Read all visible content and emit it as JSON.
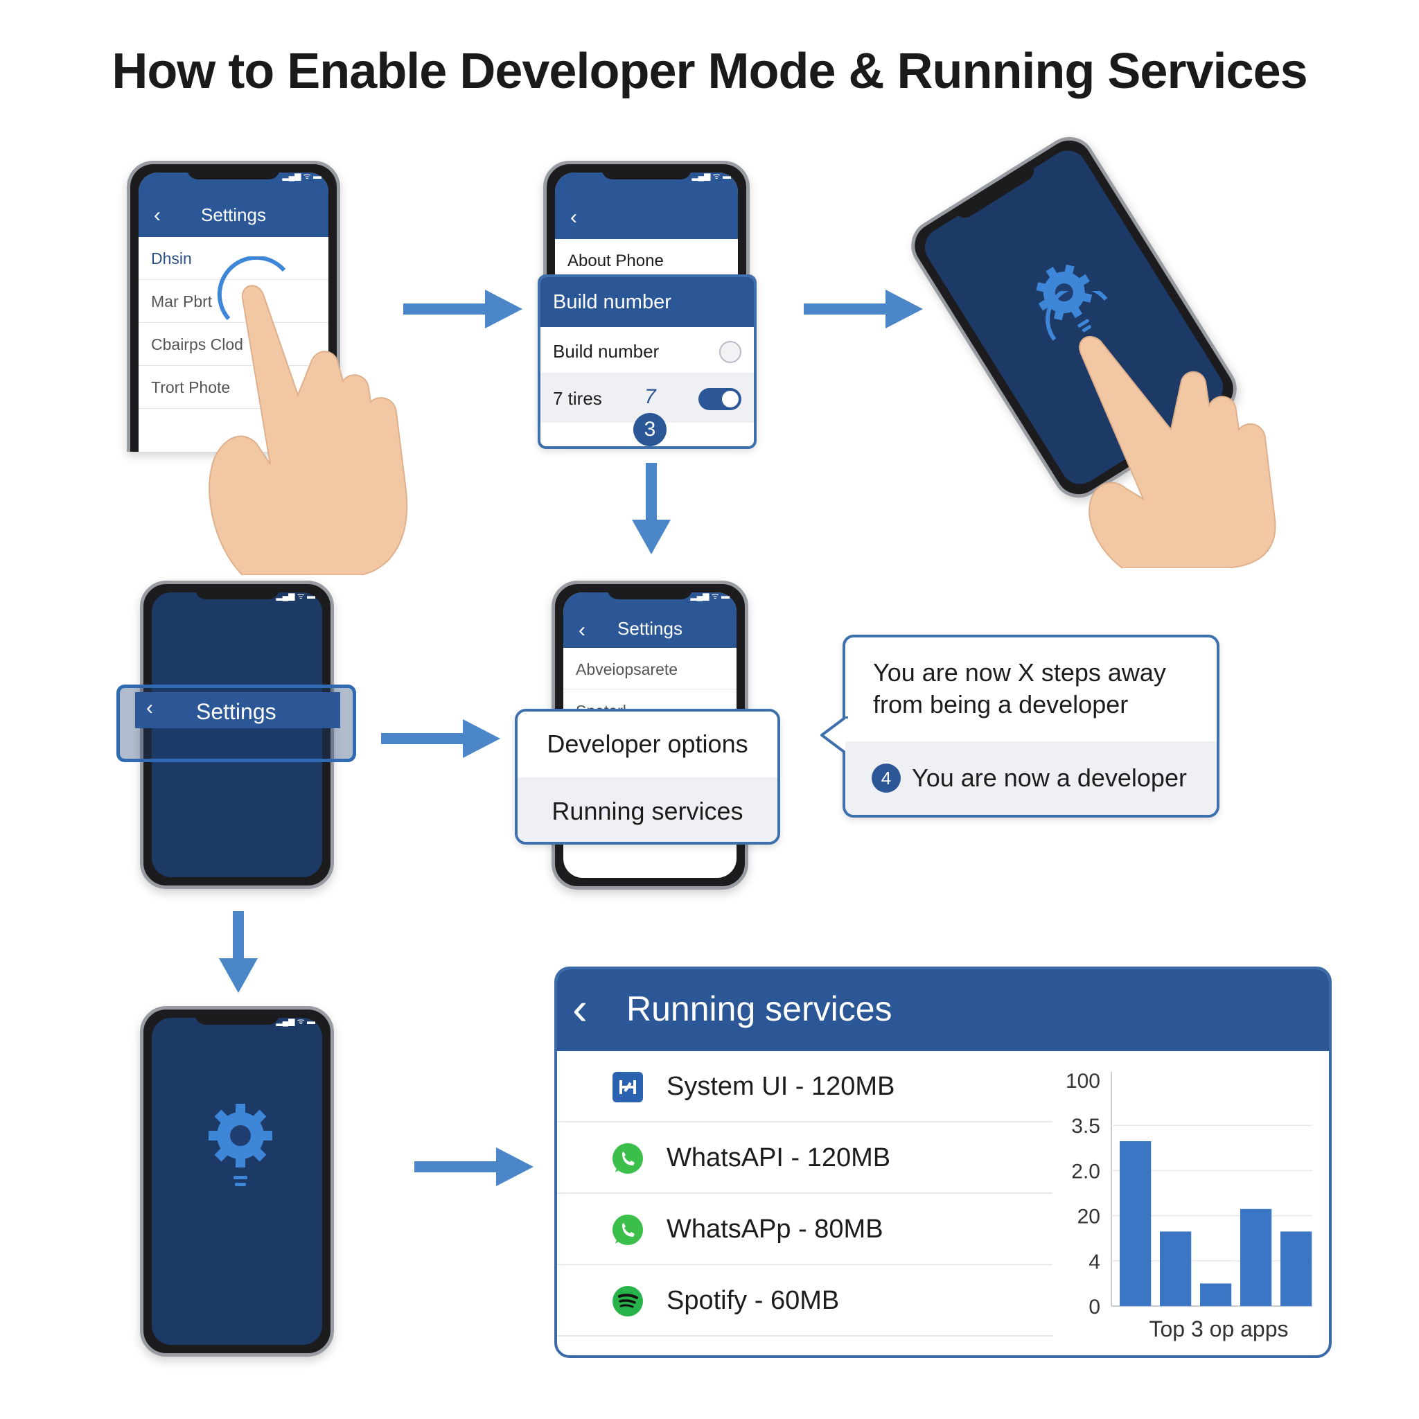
{
  "title": "How to Enable Developer Mode & Running Services",
  "phone1": {
    "header": "Settings",
    "items": [
      "Dhsin",
      "Mar Pbrt",
      "Cbairps Clod",
      "Trort Phote"
    ]
  },
  "phone2": {
    "row": "About Phone"
  },
  "build_popup": {
    "title": "Build number",
    "row1": "Build number",
    "row2": "7 tires",
    "row2_mark": "7",
    "step": "3"
  },
  "phone4": {
    "bar_title": "Settings"
  },
  "phone5": {
    "header": "Settings",
    "items": [
      "Abveiopsarete",
      "Spatarl"
    ]
  },
  "dev_popup": {
    "item1": "Developer options",
    "item2": "Running services"
  },
  "bubble": {
    "line1": "You are now X steps away",
    "line2": "from being a developer",
    "step": "4",
    "line3": "You are now a developer"
  },
  "running_services": {
    "title": "Running services",
    "rows": [
      {
        "label": "System UI - 120MB",
        "icon": "system-ui-icon"
      },
      {
        "label": "WhatsAPI - 120MB",
        "icon": "whatsapp-icon"
      },
      {
        "label": "WhatsAPp - 80MB",
        "icon": "whatsapp-icon"
      },
      {
        "label": "Spotify - 60MB",
        "icon": "spotify-icon"
      }
    ]
  },
  "chart_data": {
    "type": "bar",
    "title": "",
    "xlabel": "Top 3 op apps",
    "ylabel": "",
    "y_tick_labels": [
      "100",
      "3.5",
      "2.0",
      "20",
      "4",
      "0"
    ],
    "categories": [
      "",
      "",
      "",
      "",
      ""
    ],
    "values": [
      73,
      33,
      10,
      43,
      33
    ],
    "ylim": [
      0,
      100
    ],
    "bar_color": "#3a76c4"
  },
  "colors": {
    "accent": "#2b5797",
    "arrow": "#4a86c8",
    "whatsapp": "#3bbf4a",
    "spotify": "#27b34a"
  }
}
